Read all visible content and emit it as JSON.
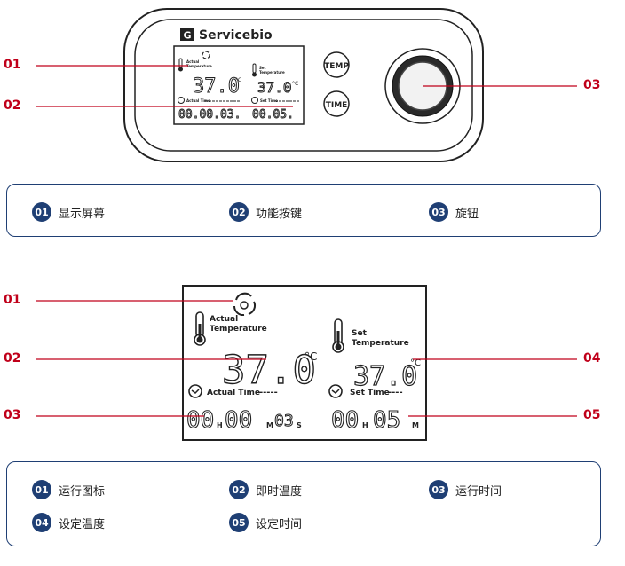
{
  "device": {
    "brand": "Servicebio",
    "brand_icon": "G",
    "temp_button": "TEMP",
    "time_button": "TIME",
    "callouts": [
      "01",
      "02",
      "03"
    ]
  },
  "lcd_small": {
    "actual_label_1": "Actual",
    "actual_label_2": "Temperature",
    "set_label_1": "Set",
    "set_label_2": "Temperature",
    "actual_temp": "37.0",
    "set_temp": "37.0",
    "unit": "°C",
    "actual_time_label": "Actual Time",
    "set_time_label": "Set Time",
    "actual_time": "00.00.03.",
    "set_time": "00.05."
  },
  "legend1": [
    {
      "num": "01",
      "label": "显示屏幕"
    },
    {
      "num": "02",
      "label": "功能按键"
    },
    {
      "num": "03",
      "label": "旋钮"
    }
  ],
  "lcd_large": {
    "actual_label_1": "Actual",
    "actual_label_2": "Temperature",
    "set_label_1": "Set",
    "set_label_2": "Temperature",
    "actual_temp": "37.0",
    "set_temp": "37.0",
    "unit": "°C",
    "actual_time_label": "Actual Time",
    "actual_time_dashes": "-----",
    "set_time_label": "Set Time",
    "set_time_dashes": "----",
    "actual_h": "00",
    "actual_m": "00",
    "actual_s": "03",
    "set_h": "00",
    "set_m": "05",
    "unit_h": "H",
    "unit_m": "M",
    "unit_s": "S",
    "callouts_left": [
      "01",
      "02",
      "03"
    ],
    "callouts_right": [
      "04",
      "05"
    ]
  },
  "legend2": [
    {
      "num": "01",
      "label": "运行图标"
    },
    {
      "num": "02",
      "label": "即时温度"
    },
    {
      "num": "03",
      "label": "运行时间"
    },
    {
      "num": "04",
      "label": "设定温度"
    },
    {
      "num": "05",
      "label": "设定时间"
    }
  ],
  "colors": {
    "callout": "#c0001a",
    "badge": "#1f3f74",
    "line": "#c0001a"
  }
}
